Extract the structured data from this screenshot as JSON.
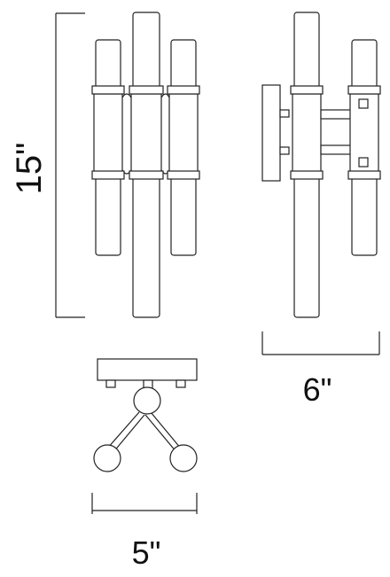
{
  "dimensions": {
    "height": "15\"",
    "depth": "6\"",
    "width": "5\""
  },
  "colors": {
    "line": "#222222",
    "background": "#ffffff"
  }
}
